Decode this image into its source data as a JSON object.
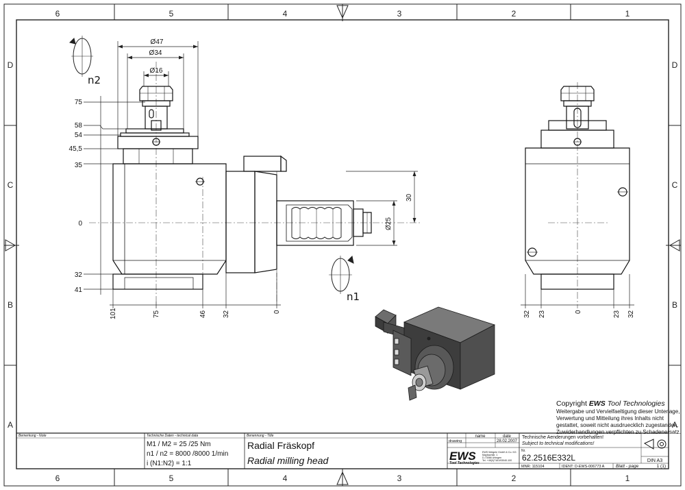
{
  "zones": {
    "columns": [
      "6",
      "5",
      "4",
      "3",
      "2",
      "1"
    ],
    "rows": [
      "D",
      "C",
      "B",
      "A"
    ]
  },
  "labels": {
    "n2": "n2",
    "n1": "n1"
  },
  "dimensions": {
    "top_diameters": [
      "Ø47",
      "Ø34",
      "Ø16"
    ],
    "left_vertical": [
      "75",
      "58",
      "54",
      "45,5",
      "35",
      "0",
      "32",
      "41"
    ],
    "bottom_horizontal": [
      "101",
      "75",
      "46",
      "32",
      "0"
    ],
    "spindle": [
      "30",
      "Ø25"
    ],
    "right_view_bottom": [
      "32",
      "23",
      "0",
      "23",
      "32"
    ]
  },
  "copyright": {
    "title_prefix": "Copyright ",
    "brand": "EWS",
    "title_suffix": " Tool Technologies",
    "lines": [
      "Weitergabe und Vervielfaeltigung dieser Unterlage,",
      "Verwertung und Mitteilung ihres Inhalts nicht",
      "gestattet, soweit nicht ausdruecklich zugestanden.",
      "Zuwiderhandlungen verpflichten zu Schadenersatz."
    ]
  },
  "title_block": {
    "remark_header": "Bemerkung - Note",
    "tech_header": "Technische Daten - technical data",
    "tech_lines": [
      "M1 / M2 = 25  /25  Nm",
      "n1 / n2 = 8000 /8000  1/min",
      "i  (N1:N2) = 1:1"
    ],
    "designation_header": "Benennung - Title",
    "title_de": "Radial Fräskopf",
    "title_en": "Radial milling head",
    "col_name": "name",
    "col_date": "date",
    "row_drawing": "drawing",
    "drawing_date": "28.02.2007",
    "company_logo": "EWS",
    "company_logo_sub": "Tool Technologies",
    "company_address": [
      "EWS Weigele GmbH & Co. KG",
      "Maybachstr. 1",
      "D-73066 Uhingen",
      "Tel. +49(0)7161/93040-100"
    ],
    "change_note_de": "Technische Aenderungen vorbehalten!",
    "change_note_en": "Subject to technical modifications!",
    "nr_label": "Nr.",
    "part_number": "62.2516E332L",
    "mnr": "MNR: 115104",
    "ident": "IDENT: D-EWS-006773 A",
    "sheet_label": "Blatt - page",
    "sheet_value": "1 (1)",
    "paper_format": "DIN A3"
  }
}
